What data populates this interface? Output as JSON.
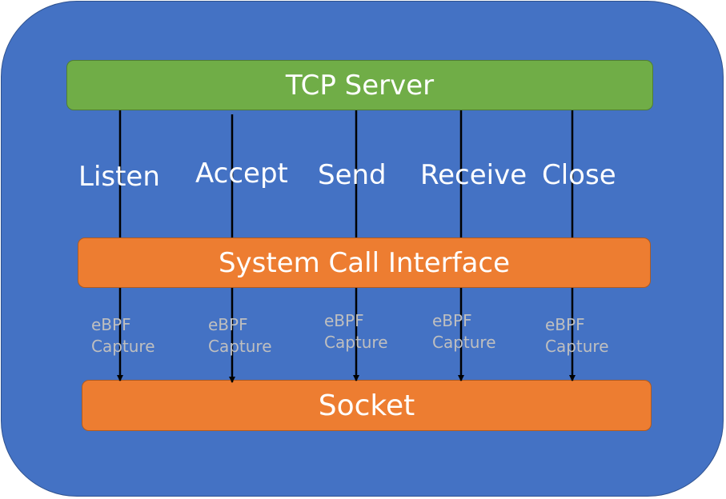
{
  "boxes": {
    "top": "TCP Server",
    "middle": "System Call Interface",
    "bottom": "Socket"
  },
  "calls": [
    "Listen",
    "Accept",
    "Send",
    "Receive",
    "Close"
  ],
  "capture": {
    "line1": "eBPF",
    "line2": "Capture"
  },
  "colors": {
    "background": "#4472c4",
    "server_box": "#70ad47",
    "interface_box": "#ed7d31",
    "socket_box": "#ed7d31",
    "label_text": "#ffffff",
    "capture_text": "#bfbfbf",
    "arrow": "#000000"
  }
}
